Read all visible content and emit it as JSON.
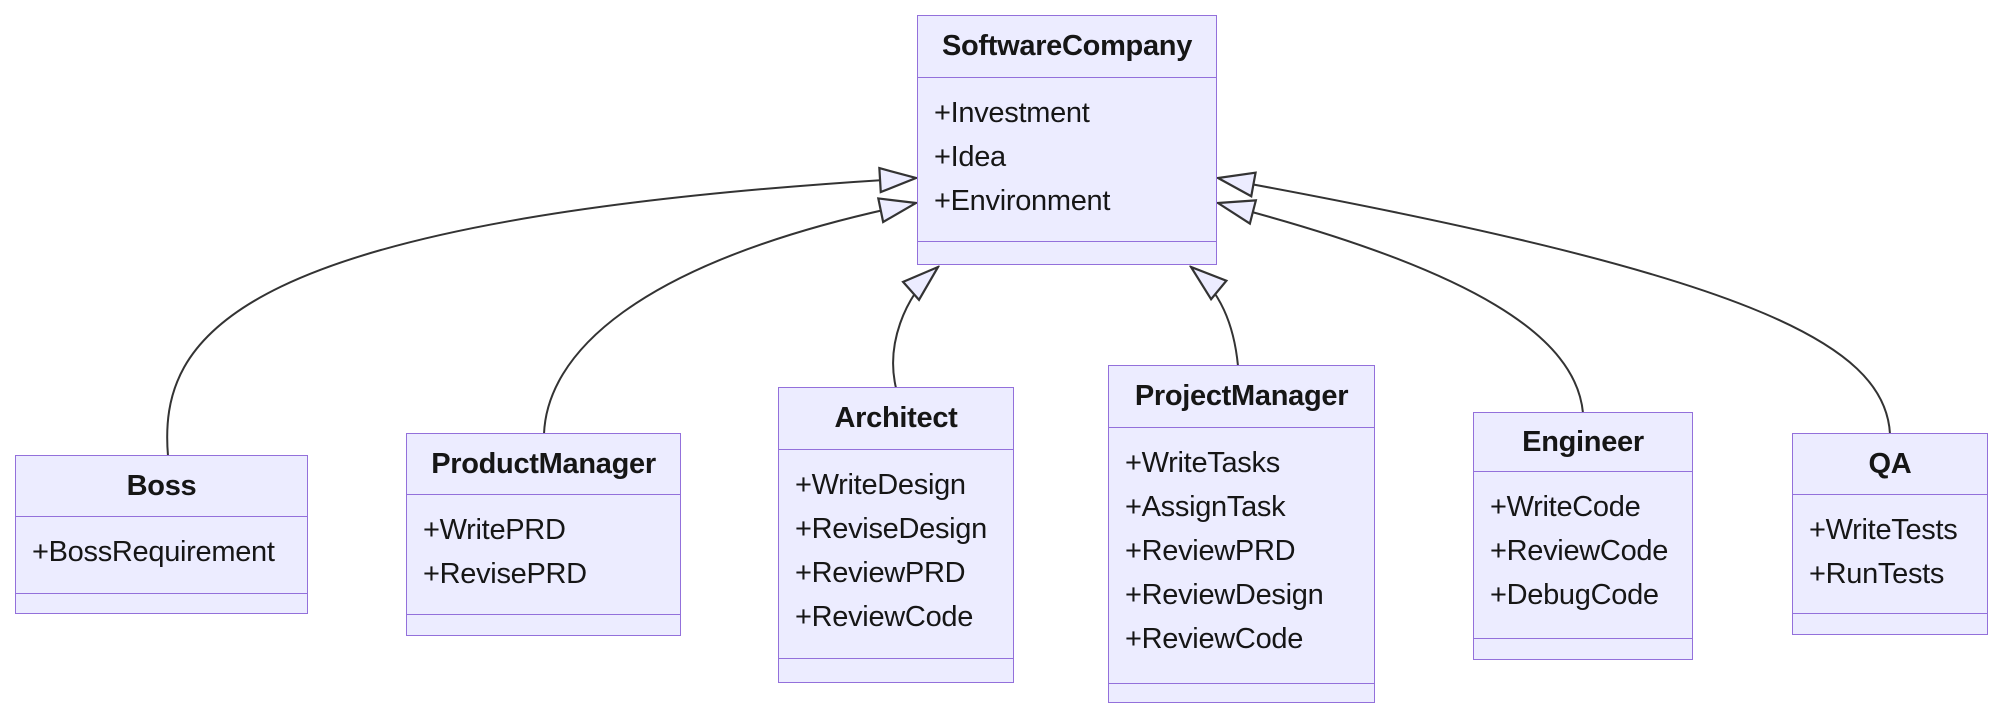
{
  "diagram": {
    "type": "uml-class-diagram",
    "colors": {
      "node_fill": "#ECECFF",
      "node_border": "#9370DB",
      "edge_line": "#333333",
      "text": "#161616",
      "background": "#ffffff"
    },
    "classes": [
      {
        "name": "SoftwareCompany",
        "attributes": [
          "+Investment",
          "+Idea",
          "+Environment"
        ],
        "methods": []
      },
      {
        "name": "Boss",
        "attributes": [
          "+BossRequirement"
        ],
        "methods": []
      },
      {
        "name": "ProductManager",
        "attributes": [
          "+WritePRD",
          "+RevisePRD"
        ],
        "methods": []
      },
      {
        "name": "Architect",
        "attributes": [
          "+WriteDesign",
          "+ReviseDesign",
          "+ReviewPRD",
          "+ReviewCode"
        ],
        "methods": []
      },
      {
        "name": "ProjectManager",
        "attributes": [
          "+WriteTasks",
          "+AssignTask",
          "+ReviewPRD",
          "+ReviewDesign",
          "+ReviewCode"
        ],
        "methods": []
      },
      {
        "name": "Engineer",
        "attributes": [
          "+WriteCode",
          "+ReviewCode",
          "+DebugCode"
        ],
        "methods": []
      },
      {
        "name": "QA",
        "attributes": [
          "+WriteTests",
          "+RunTests"
        ],
        "methods": []
      }
    ],
    "relationships": [
      {
        "from": "Boss",
        "to": "SoftwareCompany",
        "type": "inheritance"
      },
      {
        "from": "ProductManager",
        "to": "SoftwareCompany",
        "type": "inheritance"
      },
      {
        "from": "Architect",
        "to": "SoftwareCompany",
        "type": "inheritance"
      },
      {
        "from": "ProjectManager",
        "to": "SoftwareCompany",
        "type": "inheritance"
      },
      {
        "from": "Engineer",
        "to": "SoftwareCompany",
        "type": "inheritance"
      },
      {
        "from": "QA",
        "to": "SoftwareCompany",
        "type": "inheritance"
      }
    ]
  }
}
